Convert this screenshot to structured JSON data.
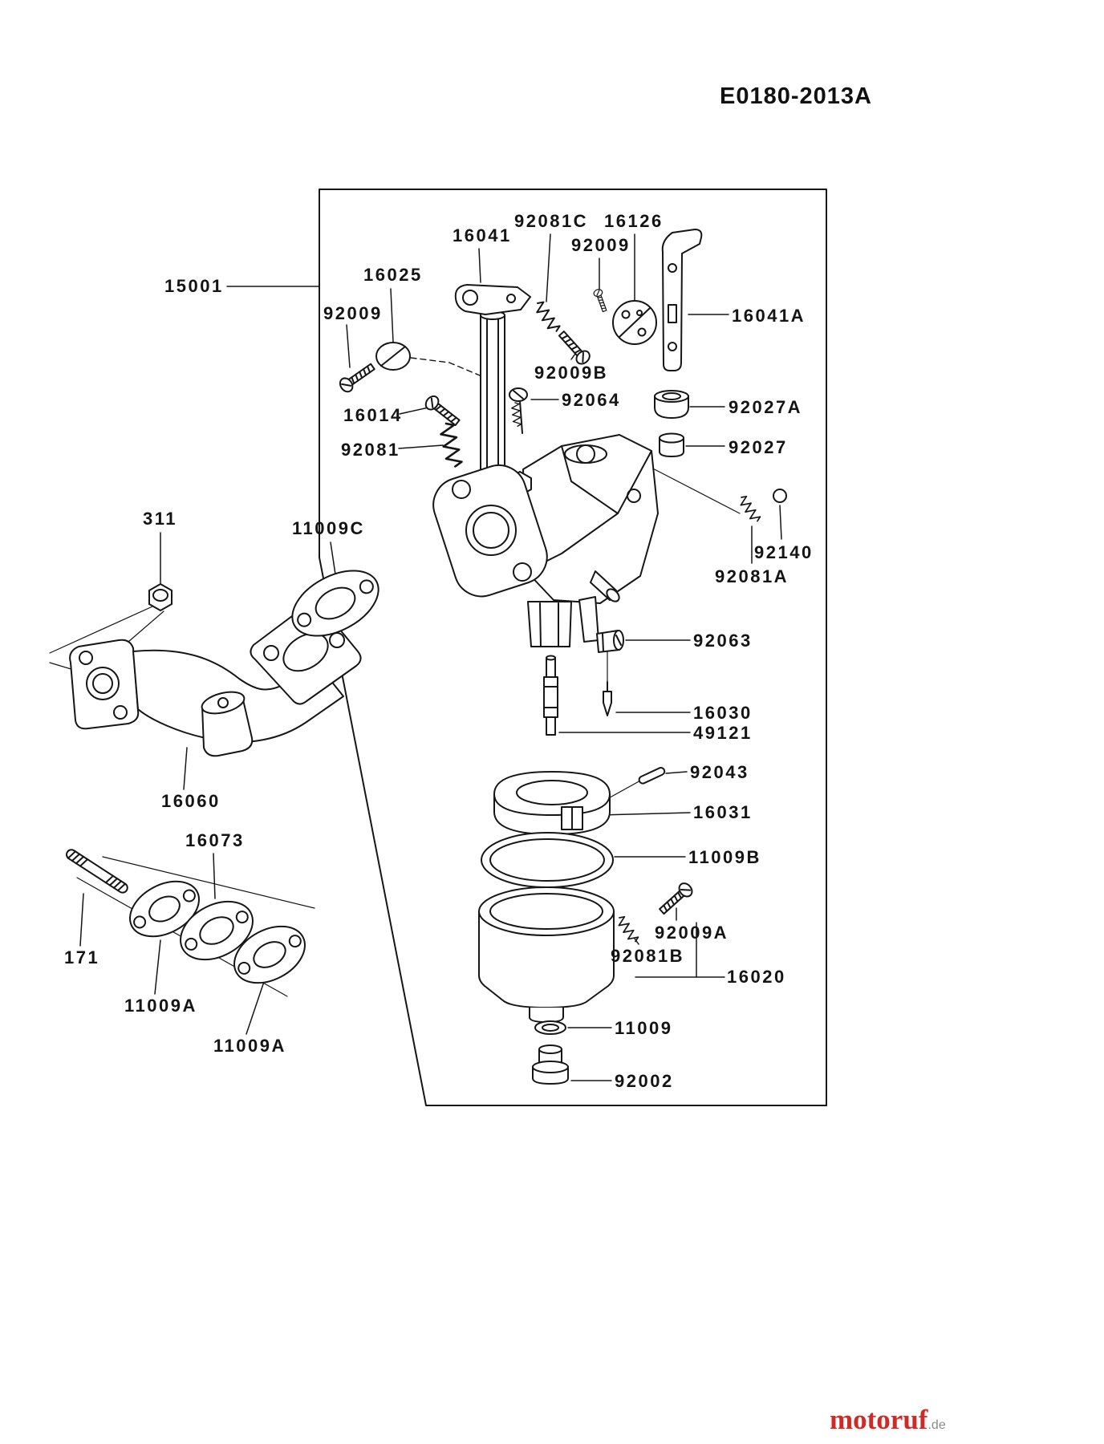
{
  "meta": {
    "diagram_id": "E0180-2013A",
    "watermark_brand": "motoruf",
    "watermark_tld": ".de"
  },
  "labels": {
    "p15001": "15001",
    "p92009_left": "92009",
    "p16025": "16025",
    "p16041": "16041",
    "p92081C": "92081C",
    "p92009_top": "92009",
    "p16126": "16126",
    "p16041A": "16041A",
    "p92009B": "92009B",
    "p92064": "92064",
    "p92027A": "92027A",
    "p16014": "16014",
    "p92081": "92081",
    "p92027": "92027",
    "p311": "311",
    "p11009C": "11009C",
    "p92140": "92140",
    "p92081A": "92081A",
    "p92063": "92063",
    "p16030": "16030",
    "p49121": "49121",
    "p92043": "92043",
    "p16031": "16031",
    "p16060": "16060",
    "p11009B": "11009B",
    "p16073": "16073",
    "p92009A": "92009A",
    "p92081B": "92081B",
    "p16020": "16020",
    "p171": "171",
    "p11009A_1": "11009A",
    "p11009A_2": "11009A",
    "p11009": "11009",
    "p92002": "92002"
  }
}
